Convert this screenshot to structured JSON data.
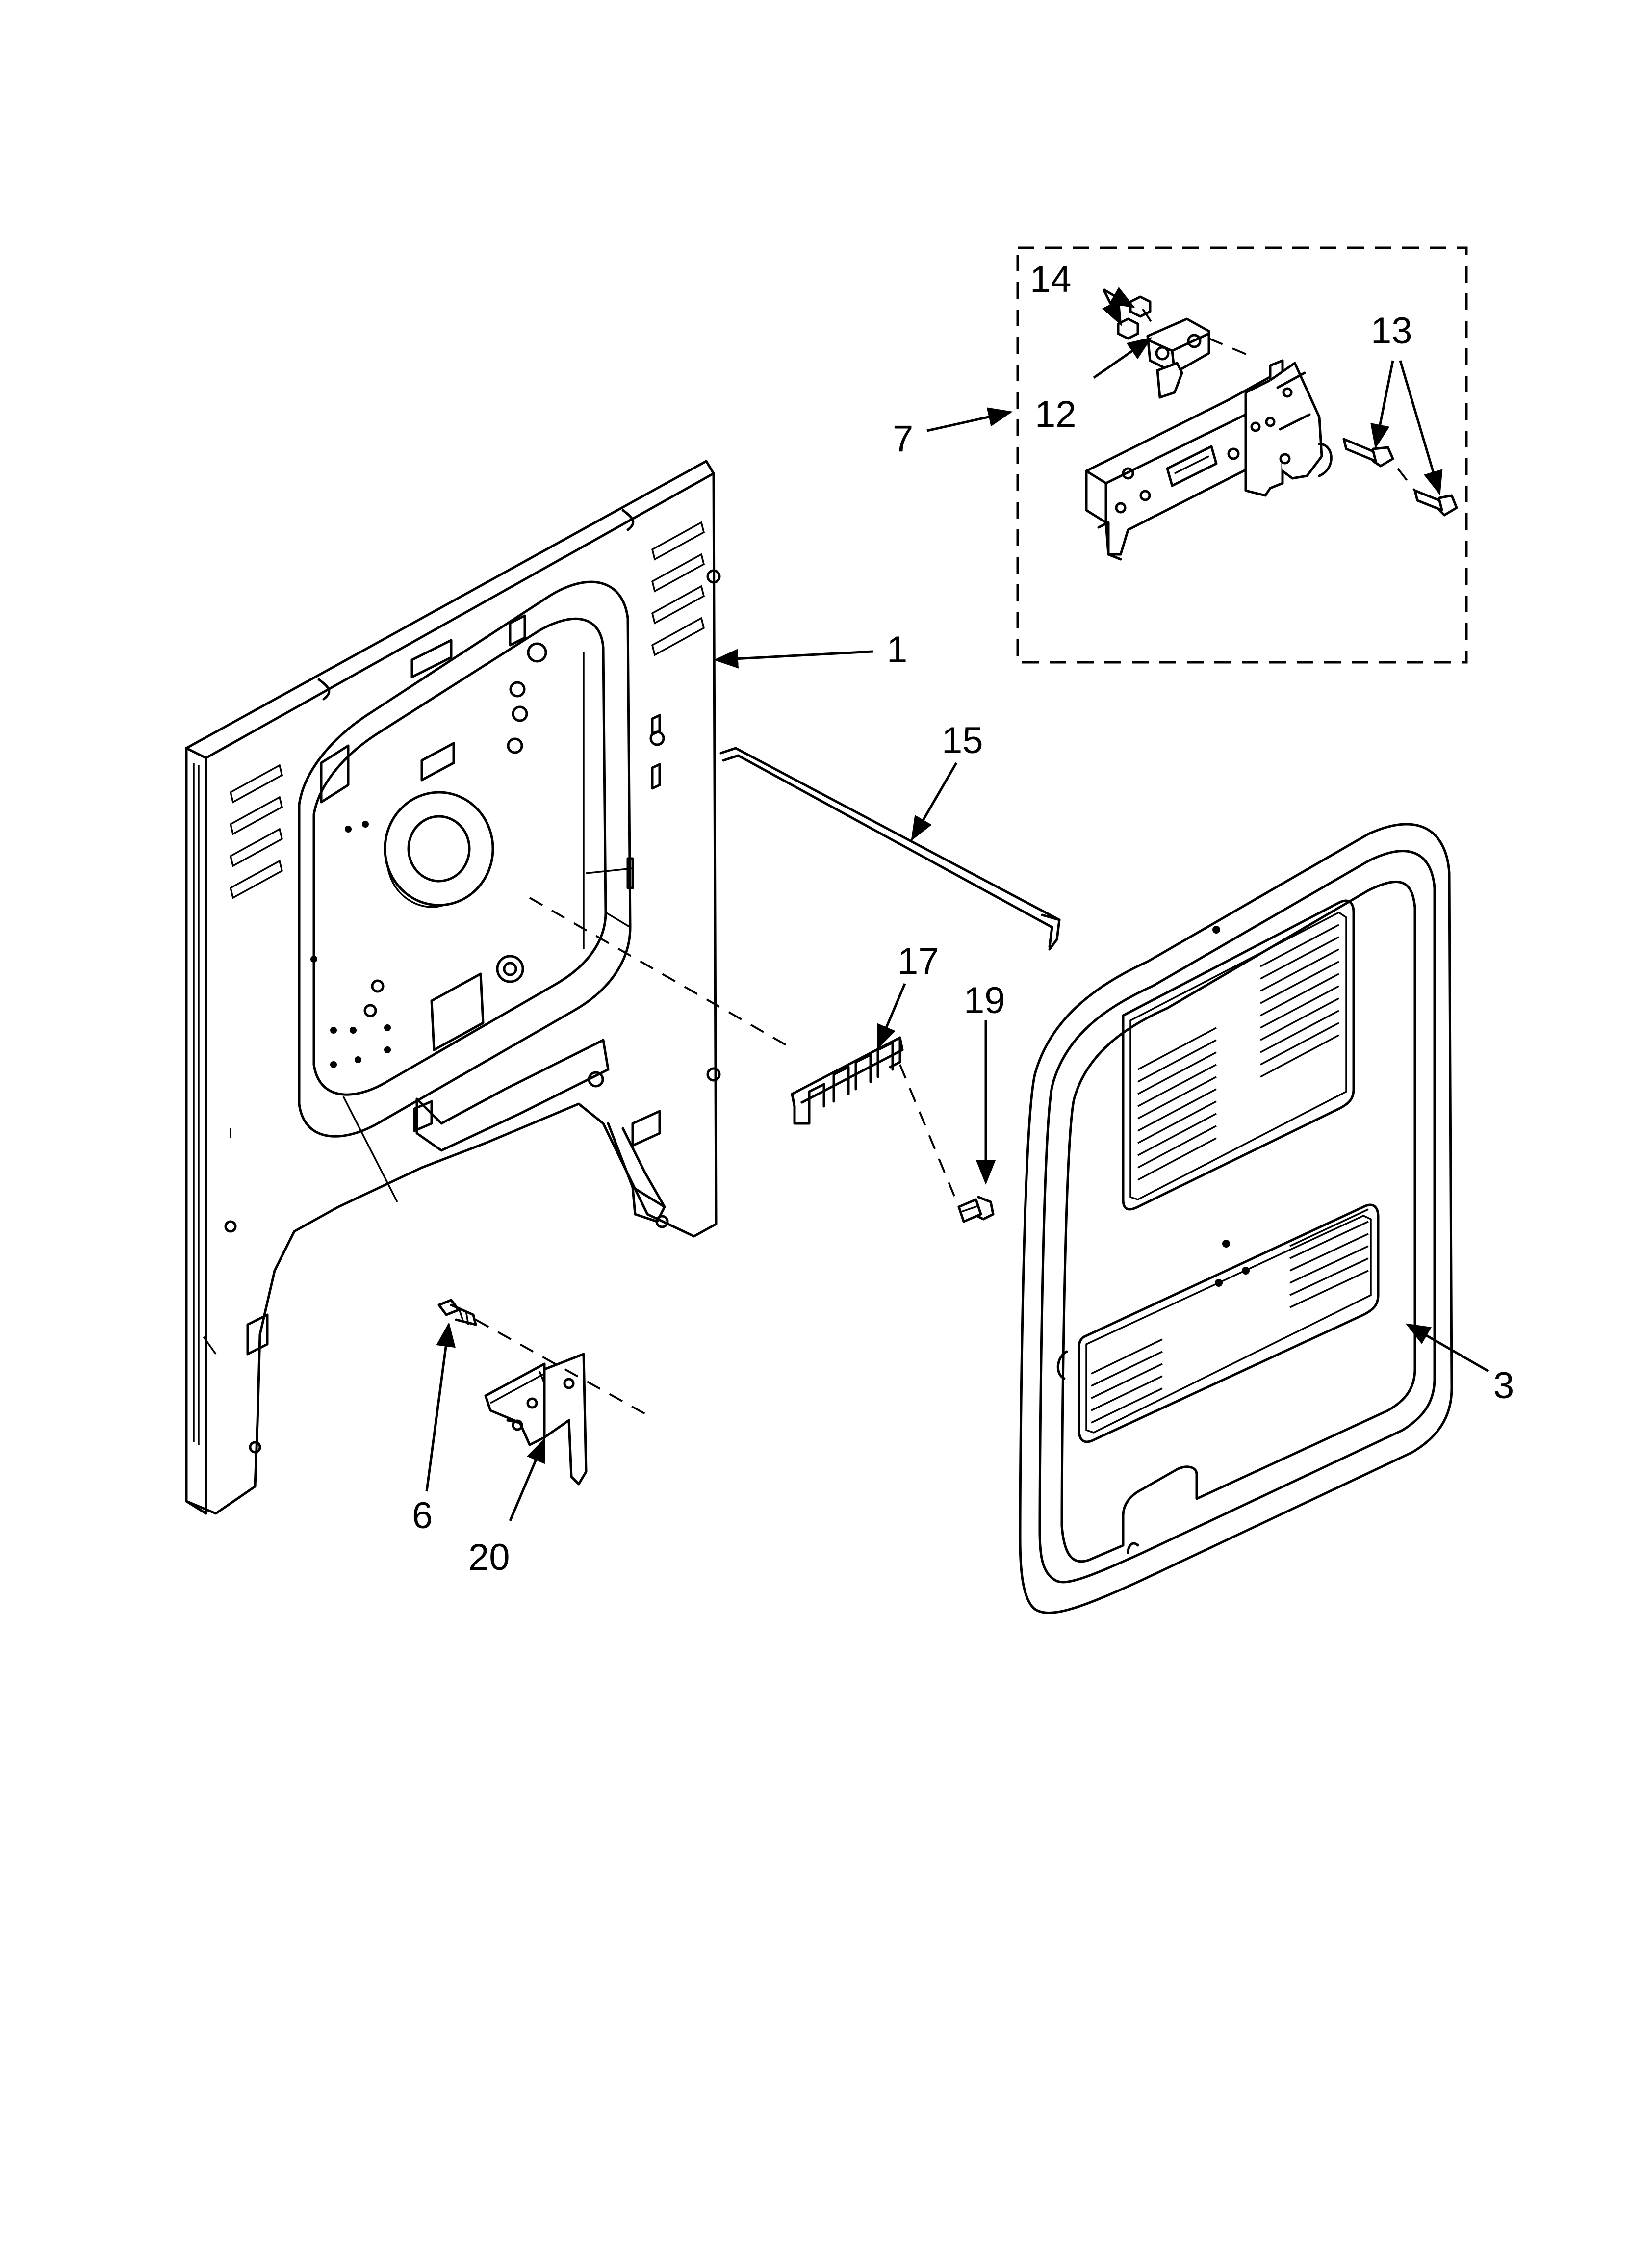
{
  "callouts": {
    "c1": "1",
    "c3": "3",
    "c6": "6",
    "c7": "7",
    "c12": "12",
    "c13": "13",
    "c14": "14",
    "c15": "15",
    "c17": "17",
    "c19": "19",
    "c20": "20"
  },
  "colors": {
    "ink": "#000000",
    "paper": "#ffffff"
  }
}
